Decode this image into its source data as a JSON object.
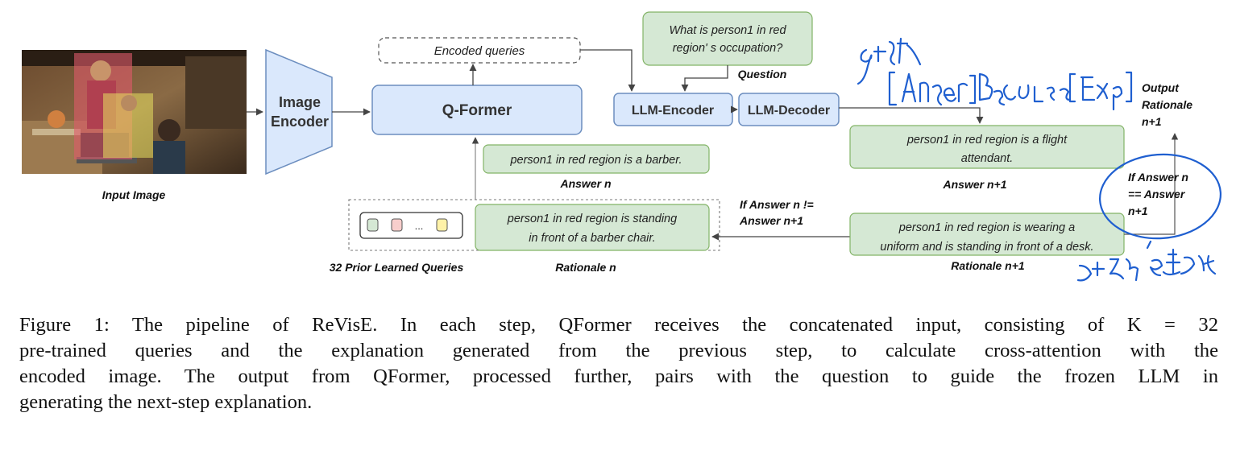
{
  "diagram": {
    "input_image": {
      "caption": "Input Image"
    },
    "image_encoder": {
      "line1": "Image",
      "line2": "Encoder"
    },
    "encoded_queries": {
      "label": "Encoded queries"
    },
    "qformer": {
      "label": "Q-Former"
    },
    "question": {
      "line1": "What is person1 in red",
      "line2": "region' s occupation?",
      "caption": "Question"
    },
    "llm_encoder": {
      "label": "LLM-Encoder"
    },
    "llm_decoder": {
      "label": "LLM-Decoder"
    },
    "answer_n": {
      "text": "person1 in red region is a barber.",
      "caption": "Answer n"
    },
    "rationale_n": {
      "line1": "person1 in red region is standing",
      "line2": "in front of a barber chair.",
      "caption": "Rationale n"
    },
    "prior_queries": {
      "ellipsis": "...",
      "caption": "32 Prior Learned Queries"
    },
    "answer_n1": {
      "line1": "person1 in red region is a flight",
      "line2": "attendant.",
      "caption": "Answer n+1"
    },
    "rationale_n1": {
      "line1": "person1 in red region is wearing a",
      "line2": "uniform and is standing in front of a desk.",
      "caption": "Rationale n+1"
    },
    "condition_neq": {
      "line1": "If Answer n !=",
      "line2": "Answer n+1"
    },
    "condition_eq": {
      "line1": "If Answer n",
      "line2": "== Answer",
      "line3": "n+1"
    },
    "output": {
      "line1": "Output",
      "line2": "Rationale",
      "line3": "n+1"
    }
  },
  "caption": {
    "line1": "Figure 1: The pipeline of ReVisE. In each step, QFormer receives the concatenated input, consisting of K = 32",
    "line2": "pre-trained queries and the explanation generated from the previous step, to calculate cross-attention with the",
    "line3": "encoded image. The output from QFormer, processed further, pairs with the question to guide the frozen LLM in",
    "line4": "generating the next-step explanation."
  },
  "colors": {
    "blue_box_fill": "#dae8fc",
    "blue_box_stroke": "#6c8ebf",
    "green_box_fill": "#d5e8d4",
    "green_box_stroke": "#82b366",
    "handwriting": "#1f5fd0",
    "red_region": "#e05a6a",
    "yellow_region": "#e8e060"
  }
}
